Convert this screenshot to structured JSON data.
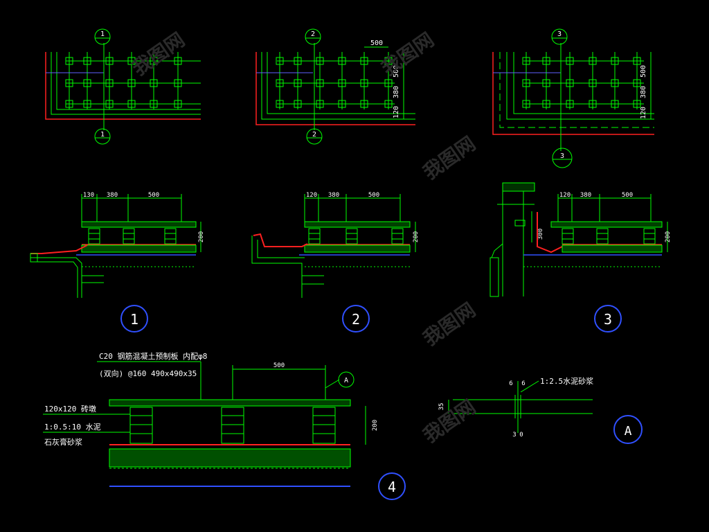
{
  "colors": {
    "background": "#000000",
    "green": "#00ff00",
    "green_dark": "#00c000",
    "red": "#ff2020",
    "blue": "#3050ff",
    "white": "#ffffff",
    "cyan": "#00ffff",
    "watermark": "#2a2a2a"
  },
  "plans": [
    {
      "section_mark": "1"
    },
    {
      "section_mark": "2",
      "dims": [
        "500",
        "500",
        "380",
        "120"
      ]
    },
    {
      "section_mark": "3",
      "dims": [
        "500",
        "380",
        "120"
      ]
    }
  ],
  "sections": [
    {
      "number": "1",
      "dims": [
        "130",
        "380",
        "500"
      ],
      "height": "200"
    },
    {
      "number": "2",
      "dims": [
        "120",
        "380",
        "500"
      ],
      "height": "200"
    },
    {
      "number": "3",
      "dims": [
        "120",
        "380",
        "500"
      ],
      "height": "200",
      "wall_dim": "300"
    }
  ],
  "detail4": {
    "number": "4",
    "note_line1": "C20 钢筋混凝土预制板 内配φ8",
    "note_line2": "(双向) @160   490x490x35",
    "label_pier": "120x120  砖墩",
    "label_mortar": "1:0.5:10 水泥",
    "label_mortar2": "石灰膏砂浆",
    "dim_top": "500",
    "dim_height": "200",
    "ref_mark": "A"
  },
  "detailA": {
    "number": "A",
    "note": "1:2.5水泥砂浆",
    "dim_a": "6",
    "dim_b": "6",
    "dim_c": "3",
    "dim_d": "0",
    "dim_thick": "35"
  },
  "watermark_text": "我图网"
}
